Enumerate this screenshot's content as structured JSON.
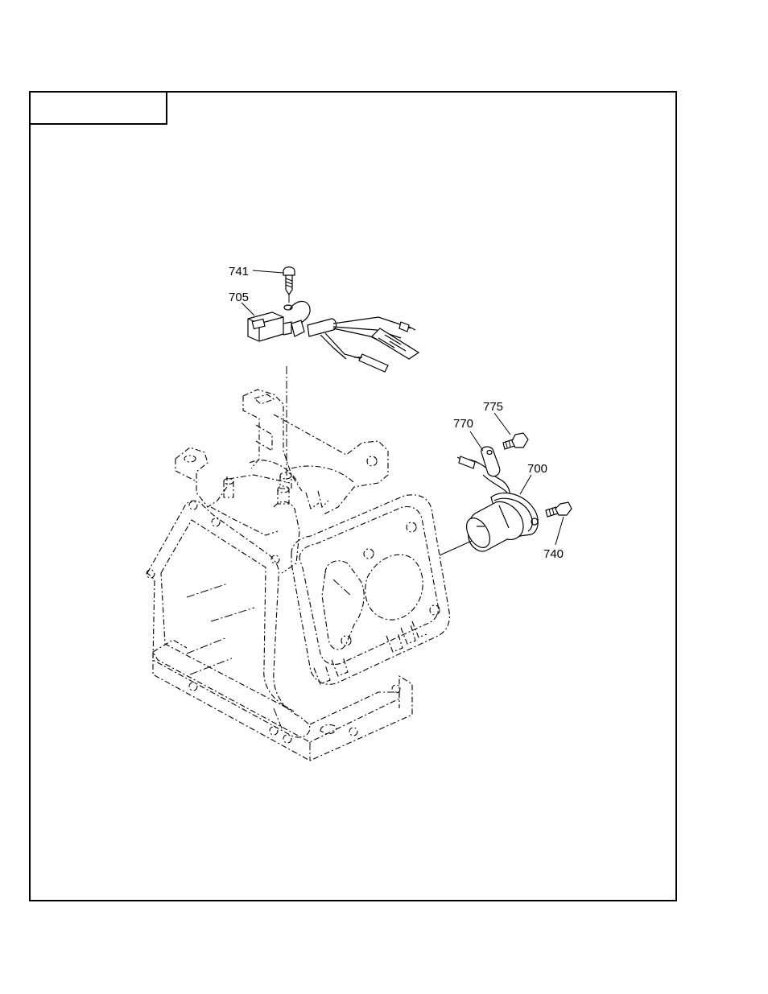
{
  "title_box": {
    "label": ""
  },
  "callouts": {
    "p741": "741",
    "p705": "705",
    "p775": "775",
    "p770": "770",
    "p700": "700",
    "p740": "740"
  },
  "parts": [
    {
      "number": "741",
      "part": "screw"
    },
    {
      "number": "705",
      "part": "ignition-module-harness"
    },
    {
      "number": "775",
      "part": "bolt"
    },
    {
      "number": "770",
      "part": "clamp"
    },
    {
      "number": "700",
      "part": "solenoid"
    },
    {
      "number": "740",
      "part": "bolt"
    }
  ]
}
